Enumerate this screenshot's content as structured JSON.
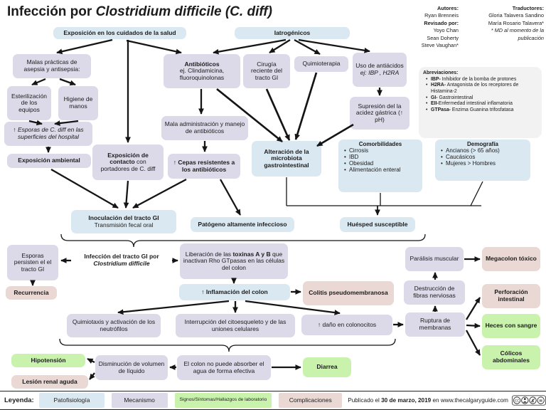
{
  "title": {
    "pre": "Infección por ",
    "italic": "Clostridium difficile (C. diff)"
  },
  "credits": {
    "autores_label": "Autores:",
    "autor1": "Ryan Brenneis",
    "revisado_label": "Revisado por:",
    "revisor1": "Yoyo Chan",
    "revisor2": "Sean Doherty",
    "revisor3": "Steve Vaughan*",
    "traductores_label": "Traductores:",
    "traductor1": "Gloria Talavera Sandino",
    "traductor2": "María Rosario Talavera*",
    "nota1": "* MD al momento de la",
    "nota2": "publicación"
  },
  "abreviaciones": {
    "title": "Abreviaciones:",
    "items": [
      {
        "term": "IBP-",
        "def": " Inhibidor de la bomba de protones"
      },
      {
        "term": "H2RA-",
        "def": " Antagonista de los receptores de Histamina-2"
      },
      {
        "term": "GI-",
        "def": " Gastrointestinal"
      },
      {
        "term": "EII-",
        "def": "Enfermedad intestinal inflamatoria"
      },
      {
        "term": "GTPasa-",
        "def": " Enzima Guanina trifosfatasa"
      }
    ]
  },
  "nodes": {
    "h_salud": "Exposición en los cuidados de la salud",
    "h_iatro": "Iatrogénicos",
    "malas": "Malas prácticas de asepsia y antisepsia:",
    "esteril": "Esterilización de los equipos",
    "higiene": "Higiene de manos",
    "esporas_sup": "↑ Esporas de C. diff en las superficies del hospital",
    "antibioticos_title": "Antibióticos",
    "antibioticos_body": "ej. Clindamicina, fluoroquinolonas",
    "cirugia": "Cirugía reciente del tracto GI",
    "quimio": "Quimioterapia",
    "antiacidos_pre": "Uso de antiácidos ",
    "antiacidos_italic": "ej: IBP , H2RA",
    "supresion": "Supresión del la acidez gástrica (↑ pH)",
    "mala_admin": "Mala administración y manejo de antibióticos",
    "exp_amb": "Exposición ambiental",
    "exp_contacto_bold": "Exposición de contacto",
    "exp_contacto_rest": " con portadores de C. diff",
    "cepas": "↑ Cepas resistentes a los antibióticos",
    "alteracion": "Alteración de la microbiota gastrointestinal",
    "comorbilidades": {
      "title": "Comorbilidades",
      "items": [
        "Cirrosis",
        "IBD",
        "Obesidad",
        "Alimentación enteral"
      ]
    },
    "demografia": {
      "title": "Demografía",
      "items": [
        "Ancianos (> 65 años)",
        "Caucásicos",
        "Mujeres > Hombres"
      ]
    },
    "inoculacion_title": "Inoculación del tracto GI",
    "inoculacion_sub": "Transmisión fecal oral",
    "patogeno": "Patógeno altamente infeccioso",
    "huesped": "Huésped susceptible",
    "infeccion_l1": "Infección del tracto GI por",
    "infeccion_l2": "Clostridium difficile",
    "esporas_gi": "Esporas persisten el el tracto GI",
    "recurrencia": "Recurrencia",
    "toxinas_pre": "Liberación de las ",
    "toxinas_bold": "toxinas A y B",
    "toxinas_post": " que inactivan Rho GTpasas en las células del colon",
    "inflamacion": "↑ Inflamación del colon",
    "colitis": "Colitis pseudomembranosa",
    "paralisis": "Parálisis muscular",
    "megacolon": "Megacolon tóxico",
    "destruccion": "Destrucción de fibras nerviosas",
    "perforacion": "Perforación intestinal",
    "quimiotaxis": "Quimiotaxis y activación de los neutrófilos",
    "interrupcion": "Interrupción del citoesqueleto y de las uniones celulares",
    "dano": "↑ daño en colonocitos",
    "ruptura": "Ruptura de membranas",
    "heces": "Heces con sangre",
    "colicos": "Cólicos abdominales",
    "hipotension": "Hipotensión",
    "lesion": "Lesión renal aguda",
    "disminucion": "Disminución de volumen de líquido",
    "colon_no": "El colon no puede absorber el agua de forma efectiva",
    "diarrea": "Diarrea"
  },
  "colors": {
    "patofisiologia": "#DAE8F1",
    "mecanismo": "#DCD9E9",
    "signos": "#C9F3AD",
    "complicaciones": "#EAD8D4"
  },
  "legend": {
    "label": "Leyenda:",
    "patofisiologia": "Patofisiología",
    "mecanismo": "Mecanismo",
    "signos": "Signos/Síntomas/Hallazgos de laboratorio",
    "complicaciones": "Complicaciones"
  },
  "footer": {
    "pre": "Publicado el ",
    "date": "30 de marzo, 2019",
    "post": " en www.thecalgaryguide.com"
  }
}
